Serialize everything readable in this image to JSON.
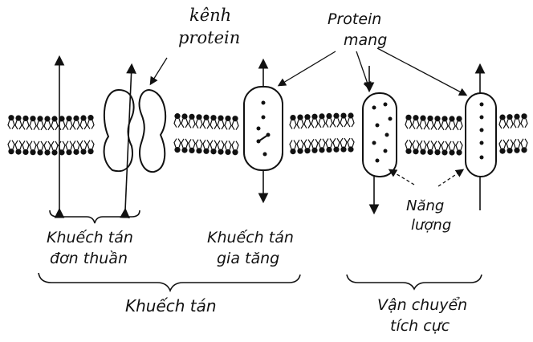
{
  "diagram": {
    "labels": {
      "channel_protein_line1": "kênh",
      "channel_protein_line2": "protein",
      "membrane_protein_line1": "Protein",
      "membrane_protein_line2": "mang",
      "simple_diffusion_line1": "Khuếch tán",
      "simple_diffusion_line2": "đơn thuần",
      "facilitated_diffusion_line1": "Khuếch tán",
      "facilitated_diffusion_line2": "gia tăng",
      "energy_line1": "Năng",
      "energy_line2": "lượng",
      "diffusion": "Khuếch tán",
      "active_transport_line1": "Vận chuyển",
      "active_transport_line2": "tích cực"
    }
  }
}
